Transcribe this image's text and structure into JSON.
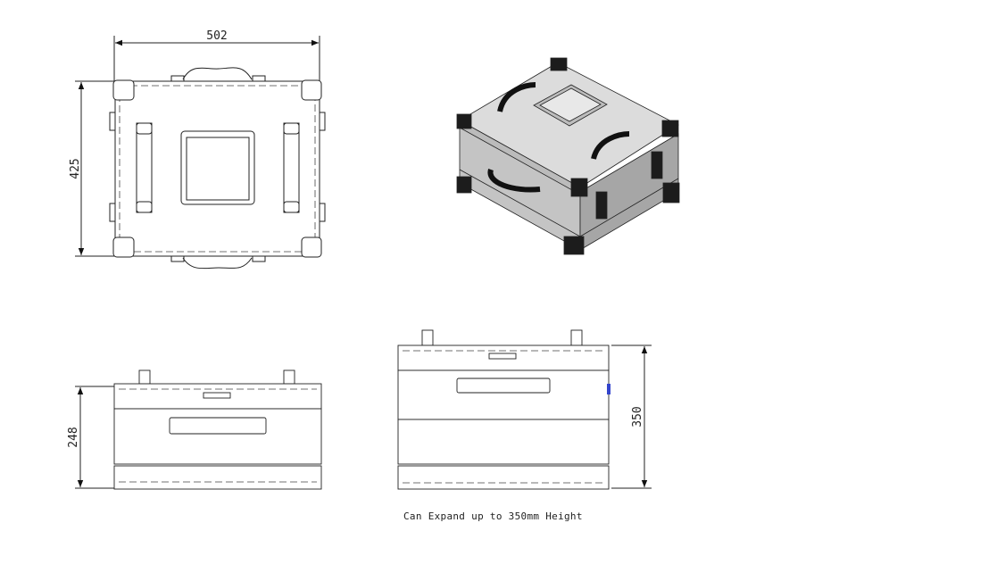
{
  "views": {
    "top": {
      "width_label": "502",
      "depth_label": "425"
    },
    "front_collapsed": {
      "height_label": "248"
    },
    "front_expanded": {
      "height_label": "350"
    }
  },
  "caption": "Can Expand up to 350mm Height",
  "colors": {
    "light_panel": "#d8d8d8",
    "mid_panel": "#a8a8a8",
    "dark_panel": "#6e6e6e",
    "corner": "#1c1c1c",
    "line": "#222222"
  }
}
